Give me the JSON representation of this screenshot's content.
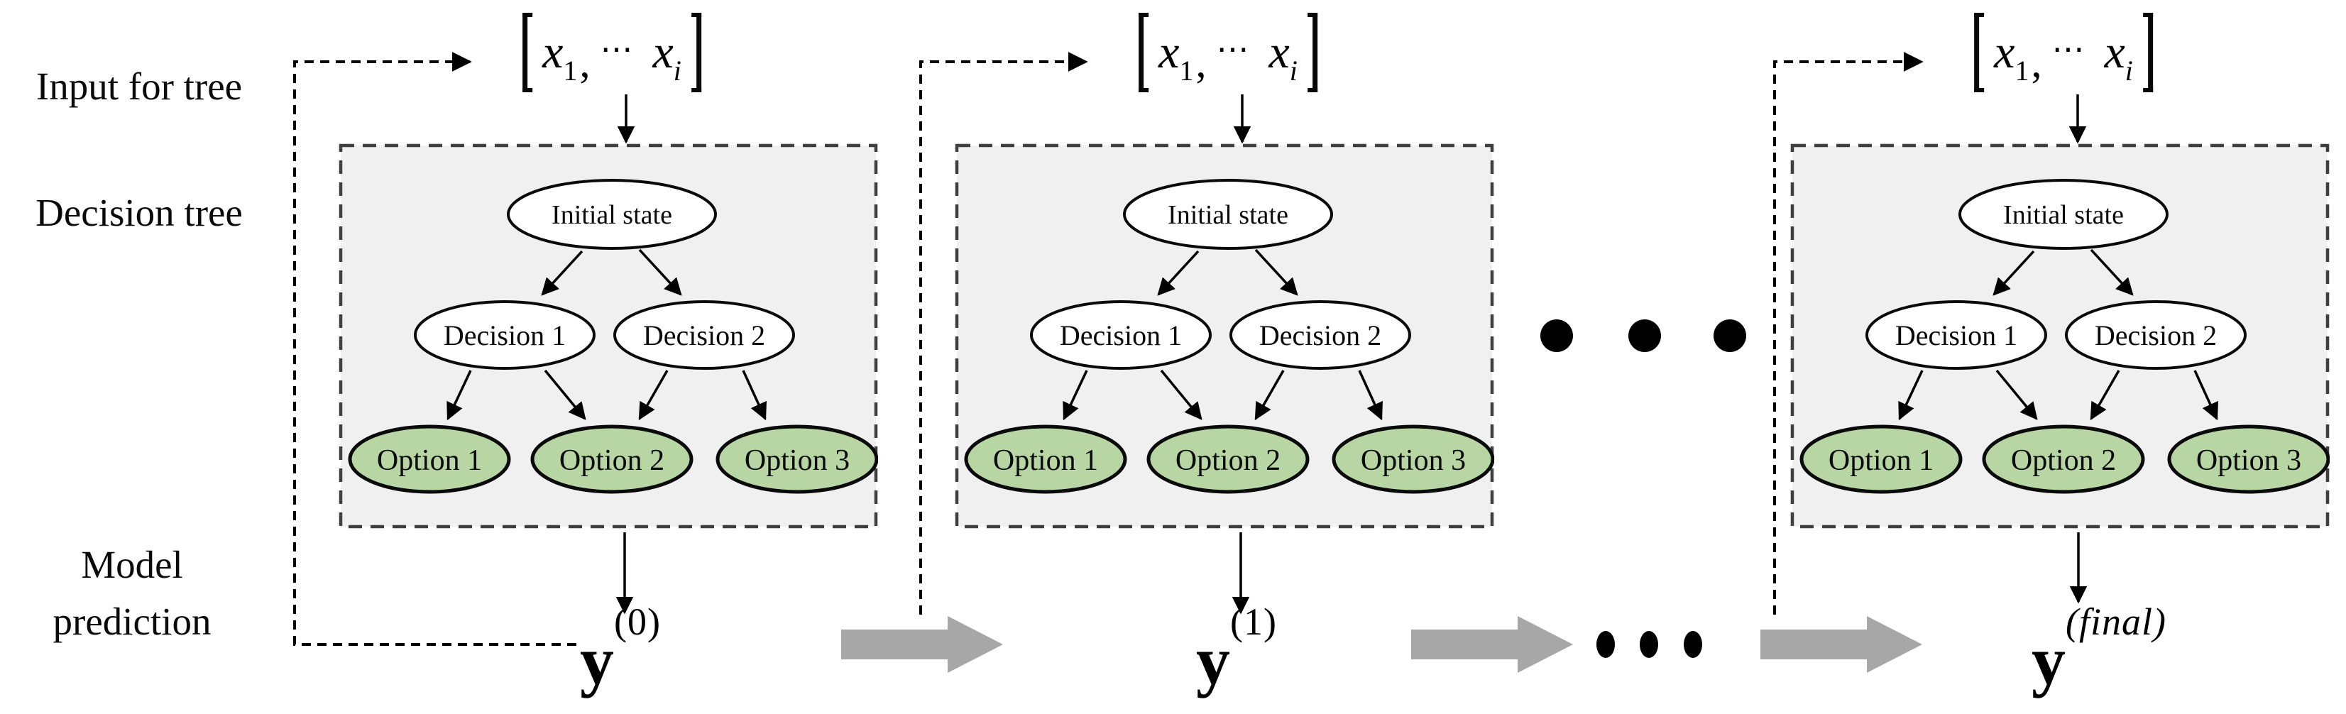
{
  "left_labels": {
    "input_for_tree": "Input for tree",
    "decision_tree": "Decision tree",
    "model_prediction_line1": "Model",
    "model_prediction_line2": "prediction"
  },
  "input_expression": {
    "x_first": "x",
    "sub_first": "1",
    "comma": ",",
    "ellipsis": "⋯",
    "x_last": "x",
    "sub_last": "i"
  },
  "tree": {
    "root_label": "Initial state",
    "decision_labels": [
      "Decision 1",
      "Decision 2"
    ],
    "option_labels": [
      "Option 1",
      "Option 2",
      "Option 3"
    ]
  },
  "outputs": {
    "base": "y",
    "sups": [
      "(0)",
      "(1)",
      "(final)"
    ]
  },
  "colors": {
    "box_fill": "#f0f0f0",
    "box_border": "#3f3f3f",
    "node_fill": "#ffffff",
    "option_fill": "#b7d6a3",
    "gray_arrow": "#a7a7a7",
    "line": "#000000"
  }
}
